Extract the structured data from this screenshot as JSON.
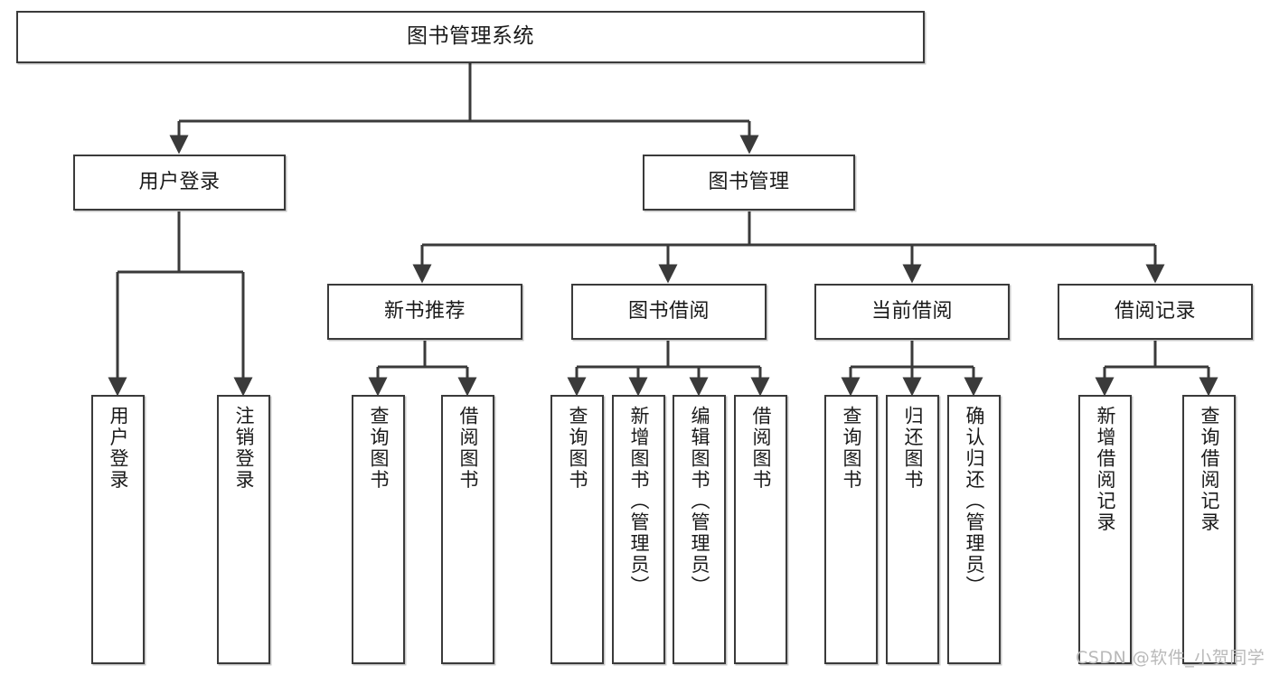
{
  "diagram": {
    "type": "tree-hierarchy",
    "title": "图书管理系统",
    "colors": {
      "stroke": "#3a3a3a",
      "fill": "#ffffff",
      "text": "#1a1a1a",
      "watermark": "#b9b9b9"
    },
    "root": {
      "label": "图书管理系统"
    },
    "level2": [
      {
        "label": "用户登录"
      },
      {
        "label": "图书管理"
      }
    ],
    "level3": [
      {
        "label": "新书推荐"
      },
      {
        "label": "图书借阅"
      },
      {
        "label": "当前借阅"
      },
      {
        "label": "借阅记录"
      }
    ],
    "leaves": {
      "user_login": [
        {
          "label": "用户登录"
        },
        {
          "label": "注销登录"
        }
      ],
      "new_book_recommend": [
        {
          "label": "查询图书"
        },
        {
          "label": "借阅图书"
        }
      ],
      "book_borrow": [
        {
          "label": "查询图书"
        },
        {
          "label": "新增图书（管理员）"
        },
        {
          "label": "编辑图书（管理员）"
        },
        {
          "label": "借阅图书"
        }
      ],
      "current_borrow": [
        {
          "label": "查询图书"
        },
        {
          "label": "归还图书"
        },
        {
          "label": "确认归还（管理员）"
        }
      ],
      "borrow_record": [
        {
          "label": "新增借阅记录"
        },
        {
          "label": "查询借阅记录"
        }
      ]
    }
  },
  "watermark": {
    "text": "CSDN @软件_小贺同学"
  }
}
